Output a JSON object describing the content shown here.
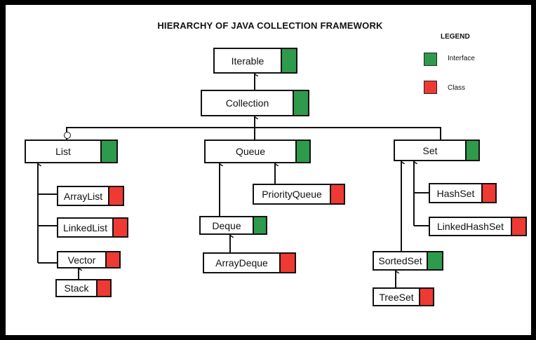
{
  "diagram": {
    "title": "HIERARCHY OF JAVA COLLECTION FRAMEWORK",
    "legend": {
      "title": "LEGEND",
      "interface_label": "Interface",
      "class_label": "Class",
      "interface_color": "#2e9a4c",
      "class_color": "#ee3a33"
    },
    "nodes": {
      "iterable": "Iterable",
      "collection": "Collection",
      "list": "List",
      "queue": "Queue",
      "set": "Set",
      "arraylist": "ArrayList",
      "linkedlist": "LinkedList",
      "vector": "Vector",
      "stack": "Stack",
      "priorityqueue": "PriorityQueue",
      "deque": "Deque",
      "arraydeque": "ArrayDeque",
      "hashset": "HashSet",
      "linkedhashset": "LinkedHashSet",
      "sortedset": "SortedSet",
      "treeset": "TreeSet"
    }
  }
}
